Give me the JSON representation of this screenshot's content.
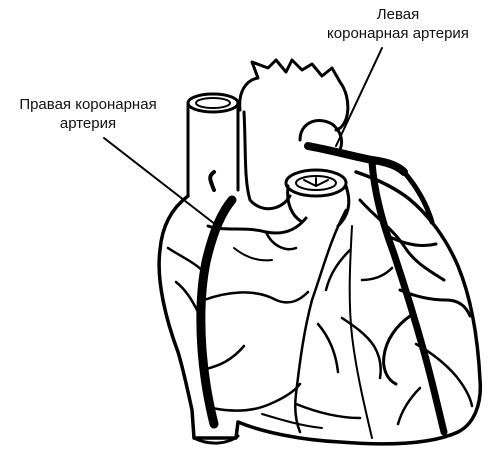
{
  "labels": {
    "left_coronary_artery": [
      "Левая",
      "коронарная артерия"
    ],
    "right_coronary_artery": [
      "Правая коронарная",
      "артерия"
    ]
  },
  "colors": {
    "ink": "#000000",
    "background": "#ffffff"
  }
}
